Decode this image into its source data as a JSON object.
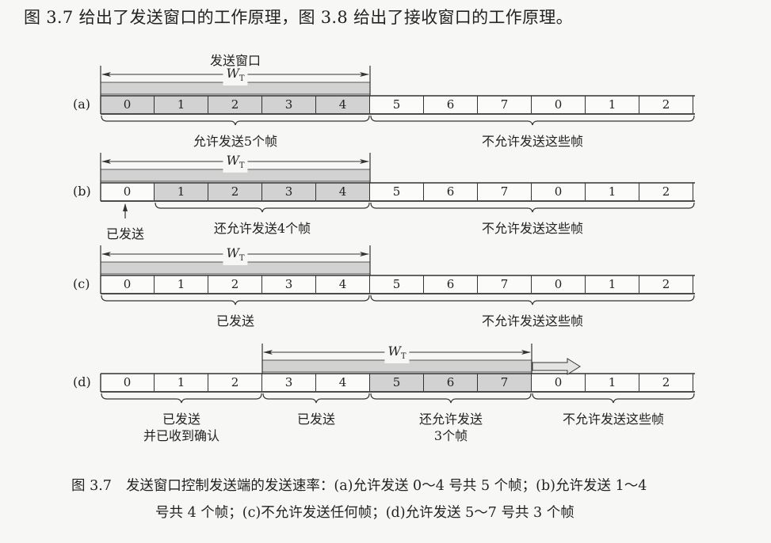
{
  "intro_text": "图 3.7 给出了发送窗口的工作原理，图 3.8 给出了接收窗口的工作原理。",
  "figure": {
    "window_title": "发送窗口",
    "window_symbol": "W",
    "window_subscript": "T",
    "colors": {
      "shaded": "#d2d2d2",
      "line": "#333333",
      "background": "#f7f7f5"
    },
    "rows": [
      {
        "id": "a",
        "label": "(a)",
        "cells": [
          "0",
          "1",
          "2",
          "3",
          "4",
          "5",
          "6",
          "7",
          "0",
          "1",
          "2"
        ],
        "shaded_cells": [
          0,
          1,
          2,
          3,
          4
        ],
        "window_start": 0,
        "window_end": 5,
        "braces": [
          {
            "from": 0,
            "to": 5,
            "text": "允许发送5个帧"
          },
          {
            "from": 5,
            "to": 11,
            "text": "不允许发送这些帧"
          }
        ]
      },
      {
        "id": "b",
        "label": "(b)",
        "cells": [
          "0",
          "1",
          "2",
          "3",
          "4",
          "5",
          "6",
          "7",
          "0",
          "1",
          "2"
        ],
        "shaded_cells": [
          1,
          2,
          3,
          4
        ],
        "window_start": 0,
        "window_end": 5,
        "pointer": {
          "cell": 0,
          "text": "已发送"
        },
        "braces": [
          {
            "from": 1,
            "to": 5,
            "text": "还允许发送4个帧"
          },
          {
            "from": 5,
            "to": 11,
            "text": "不允许发送这些帧"
          }
        ]
      },
      {
        "id": "c",
        "label": "(c)",
        "cells": [
          "0",
          "1",
          "2",
          "3",
          "4",
          "5",
          "6",
          "7",
          "0",
          "1",
          "2"
        ],
        "shaded_cells": [],
        "window_start": 0,
        "window_end": 5,
        "braces": [
          {
            "from": 0,
            "to": 5,
            "text": "已发送"
          },
          {
            "from": 5,
            "to": 11,
            "text": "不允许发送这些帧"
          }
        ]
      },
      {
        "id": "d",
        "label": "(d)",
        "cells": [
          "0",
          "1",
          "2",
          "3",
          "4",
          "5",
          "6",
          "7",
          "0",
          "1",
          "2"
        ],
        "shaded_cells": [
          5,
          6,
          7
        ],
        "window_start": 3,
        "window_end": 8,
        "slide_arrow": true,
        "braces": [
          {
            "from": 0,
            "to": 3,
            "text": "已发送",
            "text2": "并已收到确认"
          },
          {
            "from": 3,
            "to": 5,
            "text": "已发送"
          },
          {
            "from": 5,
            "to": 8,
            "text": "还允许发送",
            "text2": "3个帧"
          },
          {
            "from": 8,
            "to": 11,
            "text": "不允许发送这些帧"
          }
        ]
      }
    ]
  },
  "caption": {
    "number": "图 3.7",
    "line1": "发送窗口控制发送端的发送速率：(a)允许发送 0～4 号共 5 个帧；(b)允许发送 1～4",
    "line2": "号共 4 个帧；(c)不允许发送任何帧；(d)允许发送 5～7 号共 3 个帧"
  }
}
